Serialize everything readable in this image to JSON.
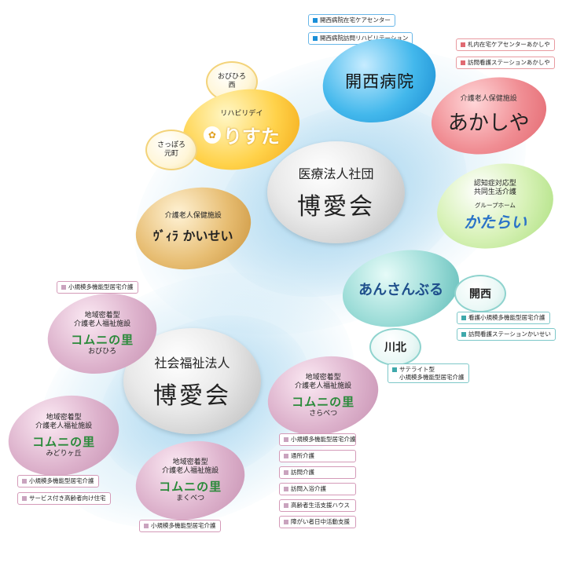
{
  "center1": {
    "line1": "医療法人社団",
    "line2": "博愛会"
  },
  "center2": {
    "line1": "社会福祉法人",
    "line2": "博愛会"
  },
  "kansai": {
    "title": "開西病院",
    "tags": [
      "開西病院在宅ケアセンター",
      "開西病院訪問リハビリテーション"
    ]
  },
  "akashiya": {
    "subtitle": "介護老人保健施設",
    "title": "あかしや",
    "tags": [
      "札内在宅ケアセンターあかしや",
      "訪問看護ステーションあかしや"
    ]
  },
  "katarai": {
    "line1": "認知症対応型",
    "line2": "共同生活介護",
    "line3": "グループホーム",
    "title": "かたらい"
  },
  "risuta": {
    "label": "リハビリデイ",
    "title": "りすた"
  },
  "obihiro_nishi": {
    "line1": "おびひろ",
    "line2": "西"
  },
  "sapporo": {
    "line1": "さっぽろ",
    "line2": "元町"
  },
  "kaisei": {
    "subtitle": "介護老人保健施設",
    "title": "ｳﾞｨﾗ かいせい"
  },
  "ansanburu": {
    "title": "あんさんぶる",
    "tags": [
      "看護小規模多機能型居宅介護",
      "訪問看護ステーションかいせい"
    ]
  },
  "ansan_kansai": {
    "label": "開西"
  },
  "kawakita": {
    "label": "川北",
    "tag_line1": "サテライト型",
    "tag_line2": "小規模多機能型居宅介護"
  },
  "obihiro": {
    "tag": "小規模多機能型居宅介護",
    "line1": "地域密着型",
    "line2": "介護老人福祉施設",
    "logo": "コムニの里",
    "name": "おびひろ"
  },
  "sarabetsu": {
    "line1": "地域密着型",
    "line2": "介護老人福祉施設",
    "logo": "コムニの里",
    "name": "さらべつ",
    "tags": [
      "小規模多機能型居宅介護",
      "通所介護",
      "訪問介護",
      "訪問入浴介護",
      "高齢者生活支援ハウス",
      "障がい者日中活動支援"
    ]
  },
  "midorigaoka": {
    "line1": "地域密着型",
    "line2": "介護老人福祉施設",
    "logo": "コムニの里",
    "name": "みどりヶ丘",
    "tags": [
      "小規模多機能型居宅介護",
      "サービス付き高齢者向け住宅"
    ]
  },
  "makubetsu": {
    "line1": "地域密着型",
    "line2": "介護老人福祉施設",
    "logo": "コムニの里",
    "name": "まくべつ",
    "tag": "小規模多機能型居宅介護"
  },
  "colors": {
    "blue": "#1a8fd8",
    "red": "#e06a72",
    "teal": "#3fa8ab",
    "pink": "#c9a3be",
    "green": "#2a8a3a",
    "gold": "#e0a020"
  }
}
